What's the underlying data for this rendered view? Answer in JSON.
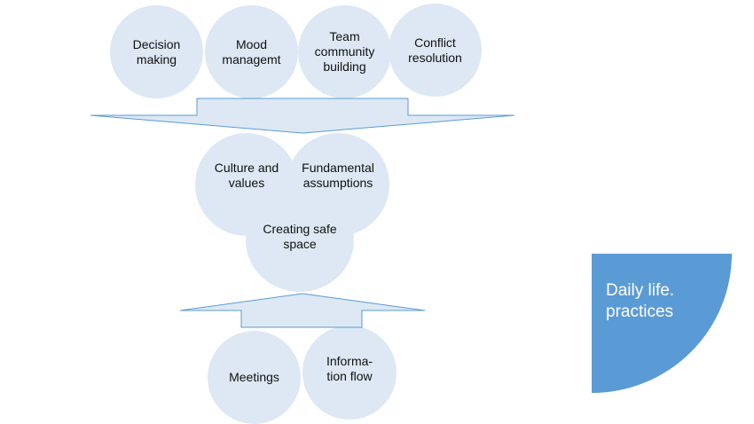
{
  "top_row": [
    {
      "label": "Decision\nmaking"
    },
    {
      "label": "Mood\nmanagemt"
    },
    {
      "label": "Team\ncommunity\nbuilding"
    },
    {
      "label": "Conflict\nresolution"
    }
  ],
  "middle": {
    "culture": "Culture and\nvalues",
    "assumptions": "Fundamental\nassumptions",
    "safe_space": "Creating safe\nspace"
  },
  "bottom_row": [
    {
      "label": "Meetings"
    },
    {
      "label": "Informa-\ntion flow"
    }
  ],
  "callout": {
    "label": "Daily life.\npractices"
  },
  "colors": {
    "circle_fill": "#dde8f4",
    "arrow_fill": "#dde8f4",
    "arrow_stroke": "#5b9bd5",
    "callout_fill": "#5b9bd5",
    "callout_text": "#ffffff"
  }
}
